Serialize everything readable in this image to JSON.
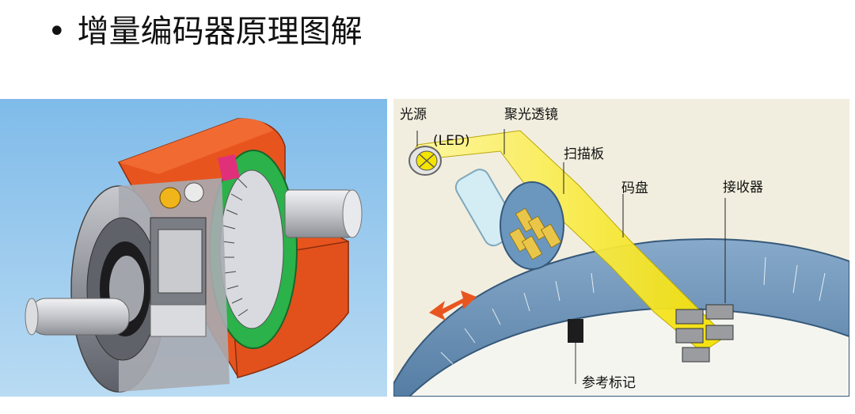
{
  "slide": {
    "bullet": "•",
    "title": "增量编码器原理图解"
  },
  "diagram": {
    "labels": {
      "light_source": "光源",
      "led": "(LED)",
      "condenser_lens": "聚光透镜",
      "scanning_plate": "扫描板",
      "code_disk": "码盘",
      "receiver": "接收器",
      "reference_mark": "参考标记"
    },
    "colors": {
      "housing_orange": "#e8541e",
      "disk_green": "#2bb24a",
      "metal_gray": "#9a9ca3",
      "sky_blue": "#8fc4ea",
      "beam_yellow": "#f5e400",
      "disk_blue": "#6d95b8",
      "background_beige": "#f2eedf",
      "arrow_orange": "#e8551f"
    },
    "icons": [
      "encoder-cutaway-illustration",
      "optical-scanning-illustration",
      "double-arrow-icon"
    ]
  }
}
